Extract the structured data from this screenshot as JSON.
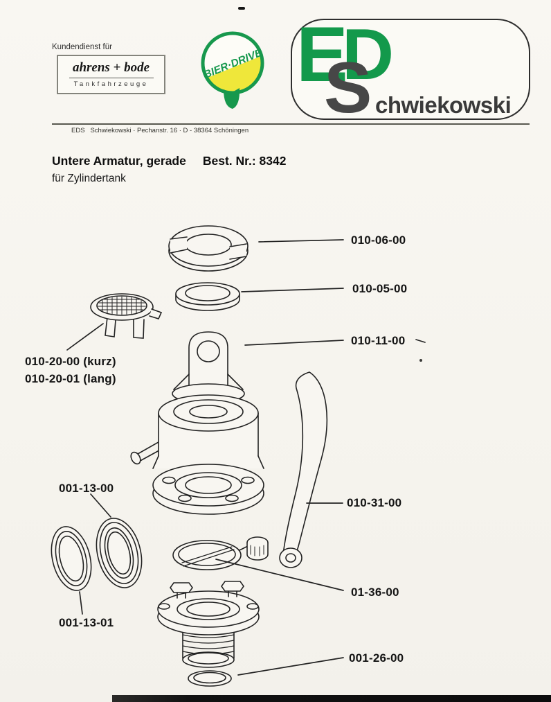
{
  "header": {
    "service_label": "Kundendienst für",
    "ahrens_name": "ahrens + bode",
    "ahrens_subtitle": "Tankfahrzeuge",
    "bierdrive_text": "BIER·DRIVE",
    "eds_e": "E",
    "eds_d": "D",
    "eds_s": "S",
    "eds_rest": "chwiekowski",
    "address_line": "EDS   Schwiekowski · Pechanstr. 16 · D - 38364 Schöningen"
  },
  "doc": {
    "title": "Untere Armatur, gerade",
    "order_no": "Best. Nr.: 8342",
    "subtitle": "für Zylindertank"
  },
  "labels": {
    "p010_06_00": "010-06-00",
    "p010_05_00": "010-05-00",
    "p010_11_00": "010-11-00",
    "p010_20_00": "010-20-00 (kurz)",
    "p010_20_01": "010-20-01 (lang)",
    "p001_13_00": "001-13-00",
    "p010_31_00": "010-31-00",
    "p01_36_00": "01-36-00",
    "p001_13_01": "001-13-01",
    "p001_26_00": "001-26-00"
  },
  "colors": {
    "logo_green": "#17984d",
    "logo_yellow": "#efe73a",
    "logo_dark": "#474747",
    "ink": "#1c1c1c"
  }
}
